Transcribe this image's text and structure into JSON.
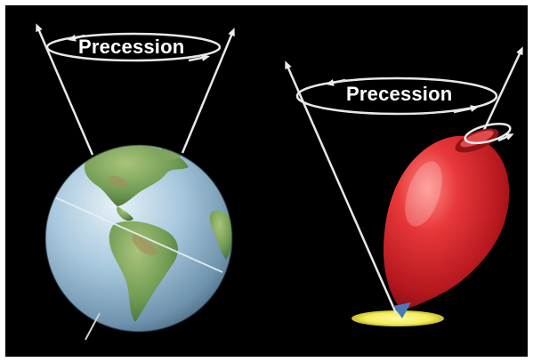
{
  "diagram": {
    "left_label": "Precession",
    "right_label": "Precession",
    "left_object": "earth-globe",
    "right_object": "spinning-top"
  },
  "colors": {
    "background": "#000000",
    "frame": "#ffffff",
    "lines": "#e8e8e8",
    "top_red": "#d9252a",
    "ocean": "#a9c9de",
    "land": "#6f9a53",
    "contact_glow": "#f3ee5a"
  }
}
